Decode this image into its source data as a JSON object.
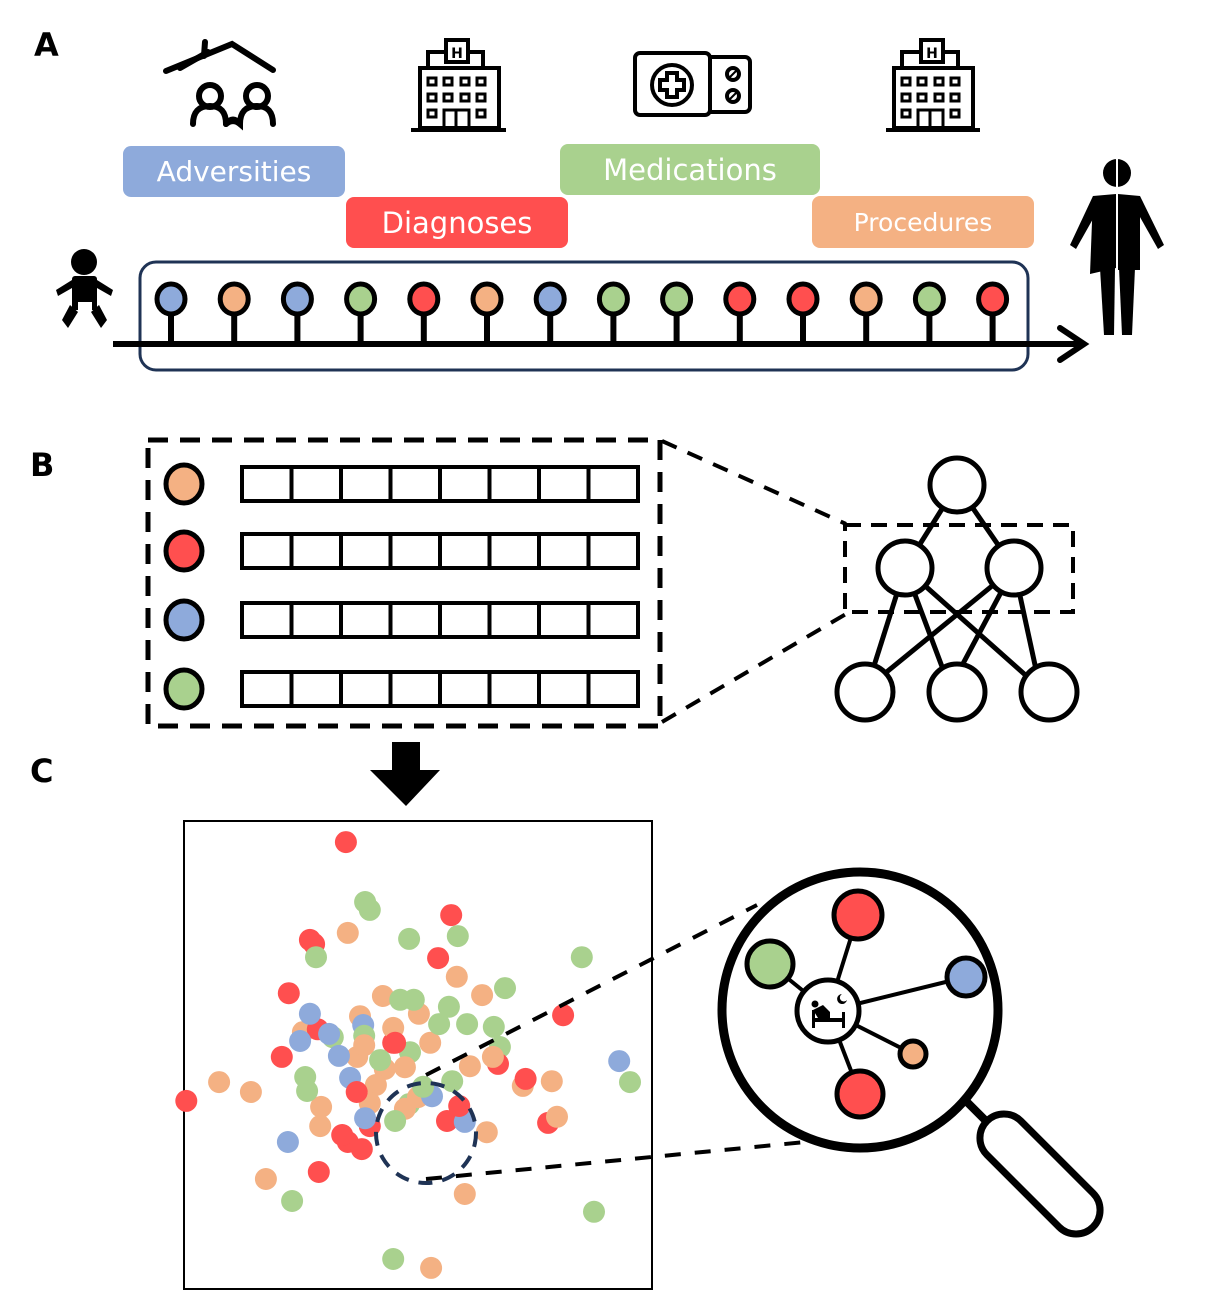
{
  "colors": {
    "adversities": "#8eaadb",
    "diagnoses": "#ff4f4f",
    "medications": "#a9d18e",
    "procedures": "#f4b183",
    "outline": "#000000",
    "timeline_frame": "#1f3355",
    "focus_circle": "#1f3355"
  },
  "panels": {
    "a": {
      "label": "A",
      "categories": [
        {
          "key": "adversities",
          "label": "Adversities",
          "icon": "family-home-icon"
        },
        {
          "key": "diagnoses",
          "label": "Diagnoses",
          "icon": "hospital-icon"
        },
        {
          "key": "medications",
          "label": "Medications",
          "icon": "pill-pack-icon"
        },
        {
          "key": "procedures",
          "label": "Procedures",
          "icon": "hospital-icon"
        }
      ],
      "timeline_start_icon": "baby-icon",
      "timeline_end_icon": "adult-person-icon",
      "timeline_events": [
        "adversities",
        "procedures",
        "adversities",
        "medications",
        "diagnoses",
        "procedures",
        "adversities",
        "medications",
        "medications",
        "diagnoses",
        "diagnoses",
        "procedures",
        "medications",
        "diagnoses"
      ]
    },
    "b": {
      "label": "B",
      "embedding_rows": [
        "procedures",
        "diagnoses",
        "adversities",
        "medications"
      ],
      "embedding_dimensions": 8,
      "network_layers": [
        3,
        2,
        1
      ]
    },
    "c": {
      "label": "C",
      "center_icon": "sleeping-person-bed-icon",
      "neighbors": [
        "diagnoses",
        "medications",
        "adversities",
        "procedures",
        "diagnoses"
      ]
    }
  },
  "chart_data": {
    "type": "scatter",
    "title": "",
    "xlabel": "",
    "ylabel": "",
    "xlim": [
      0,
      100
    ],
    "ylim": [
      0,
      100
    ],
    "grid": false,
    "legend": "none",
    "series": [
      {
        "name": "diagnoses",
        "points": [
          [
            34.6,
            95.5
          ],
          [
            57.1,
            79.9
          ],
          [
            26.9,
            74.6
          ],
          [
            27.8,
            73.7
          ],
          [
            54.3,
            70.7
          ],
          [
            22.4,
            63.2
          ],
          [
            81.0,
            58.5
          ],
          [
            28.6,
            55.5
          ],
          [
            45.1,
            52.6
          ],
          [
            44.7,
            52.6
          ],
          [
            20.9,
            49.6
          ],
          [
            67.1,
            48.1
          ],
          [
            73.0,
            44.9
          ],
          [
            0.5,
            40.2
          ],
          [
            36.9,
            42.1
          ],
          [
            56.2,
            35.9
          ],
          [
            58.8,
            39.1
          ],
          [
            77.8,
            35.5
          ],
          [
            33.8,
            32.9
          ],
          [
            35.0,
            31.4
          ],
          [
            38.0,
            29.9
          ],
          [
            28.8,
            25.0
          ],
          [
            39.7,
            34.8
          ]
        ]
      },
      {
        "name": "medications",
        "points": [
          [
            38.7,
            82.7
          ],
          [
            39.7,
            81.0
          ],
          [
            48.1,
            74.8
          ],
          [
            58.5,
            75.4
          ],
          [
            28.2,
            70.9
          ],
          [
            85.0,
            70.9
          ],
          [
            46.2,
            61.8
          ],
          [
            49.1,
            61.8
          ],
          [
            68.6,
            64.3
          ],
          [
            56.6,
            60.3
          ],
          [
            31.8,
            53.8
          ],
          [
            38.5,
            54.1
          ],
          [
            54.5,
            56.6
          ],
          [
            60.5,
            56.6
          ],
          [
            66.2,
            56.0
          ],
          [
            41.9,
            48.9
          ],
          [
            48.3,
            50.6
          ],
          [
            67.5,
            51.7
          ],
          [
            95.3,
            44.2
          ],
          [
            25.9,
            45.3
          ],
          [
            26.3,
            42.3
          ],
          [
            51.1,
            43.2
          ],
          [
            57.3,
            44.4
          ],
          [
            45.1,
            35.9
          ],
          [
            48.1,
            39.5
          ],
          [
            23.1,
            18.8
          ],
          [
            87.6,
            16.5
          ],
          [
            44.7,
            6.4
          ]
        ]
      },
      {
        "name": "procedures",
        "points": [
          [
            35.0,
            76.1
          ],
          [
            58.3,
            66.7
          ],
          [
            42.5,
            62.6
          ],
          [
            63.7,
            62.8
          ],
          [
            50.2,
            58.8
          ],
          [
            37.6,
            58.3
          ],
          [
            25.4,
            54.9
          ],
          [
            44.7,
            55.8
          ],
          [
            52.6,
            52.6
          ],
          [
            38.5,
            52.1
          ],
          [
            37.0,
            49.6
          ],
          [
            47.2,
            47.4
          ],
          [
            66.0,
            49.6
          ],
          [
            61.1,
            47.6
          ],
          [
            78.6,
            44.4
          ],
          [
            72.4,
            43.4
          ],
          [
            7.5,
            44.2
          ],
          [
            14.3,
            42.1
          ],
          [
            29.3,
            38.9
          ],
          [
            29.1,
            34.8
          ],
          [
            41.0,
            43.6
          ],
          [
            42.9,
            47.0
          ],
          [
            50.0,
            41.0
          ],
          [
            47.2,
            38.5
          ],
          [
            39.7,
            39.7
          ],
          [
            64.7,
            33.5
          ],
          [
            79.7,
            36.8
          ],
          [
            17.5,
            23.5
          ],
          [
            60.0,
            20.3
          ],
          [
            52.8,
            4.5
          ]
        ]
      },
      {
        "name": "adversities",
        "points": [
          [
            26.9,
            58.8
          ],
          [
            38.3,
            56.4
          ],
          [
            24.8,
            53.0
          ],
          [
            31.0,
            54.5
          ],
          [
            33.1,
            49.8
          ],
          [
            93.0,
            48.7
          ],
          [
            35.5,
            45.1
          ],
          [
            53.0,
            41.2
          ],
          [
            60.0,
            35.7
          ],
          [
            22.2,
            31.4
          ],
          [
            38.7,
            36.5
          ]
        ]
      }
    ]
  }
}
